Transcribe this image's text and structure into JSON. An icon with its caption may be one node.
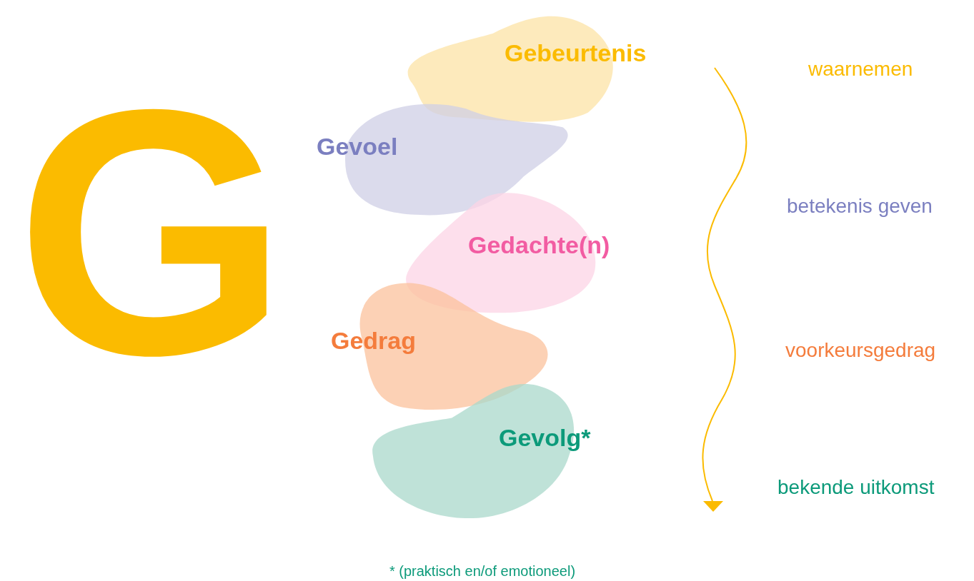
{
  "diagram": {
    "caption": "* (praktisch en/of emotioneel)",
    "nodes": [
      {
        "text": [
          "Gebeurtenis"
        ]
      },
      {
        "text": [
          "Gevoel"
        ]
      },
      {
        "text": [
          "Gedachte(n)"
        ]
      },
      {
        "text": [
          "Gedrag"
        ]
      },
      {
        "text": [
          "Gevolg*"
        ]
      }
    ],
    "edges": [],
    "labels": [
      "G",
      "waarnemen",
      "betekenis geven",
      "voorkeursgedrag",
      "bekende uitkomst"
    ]
  }
}
